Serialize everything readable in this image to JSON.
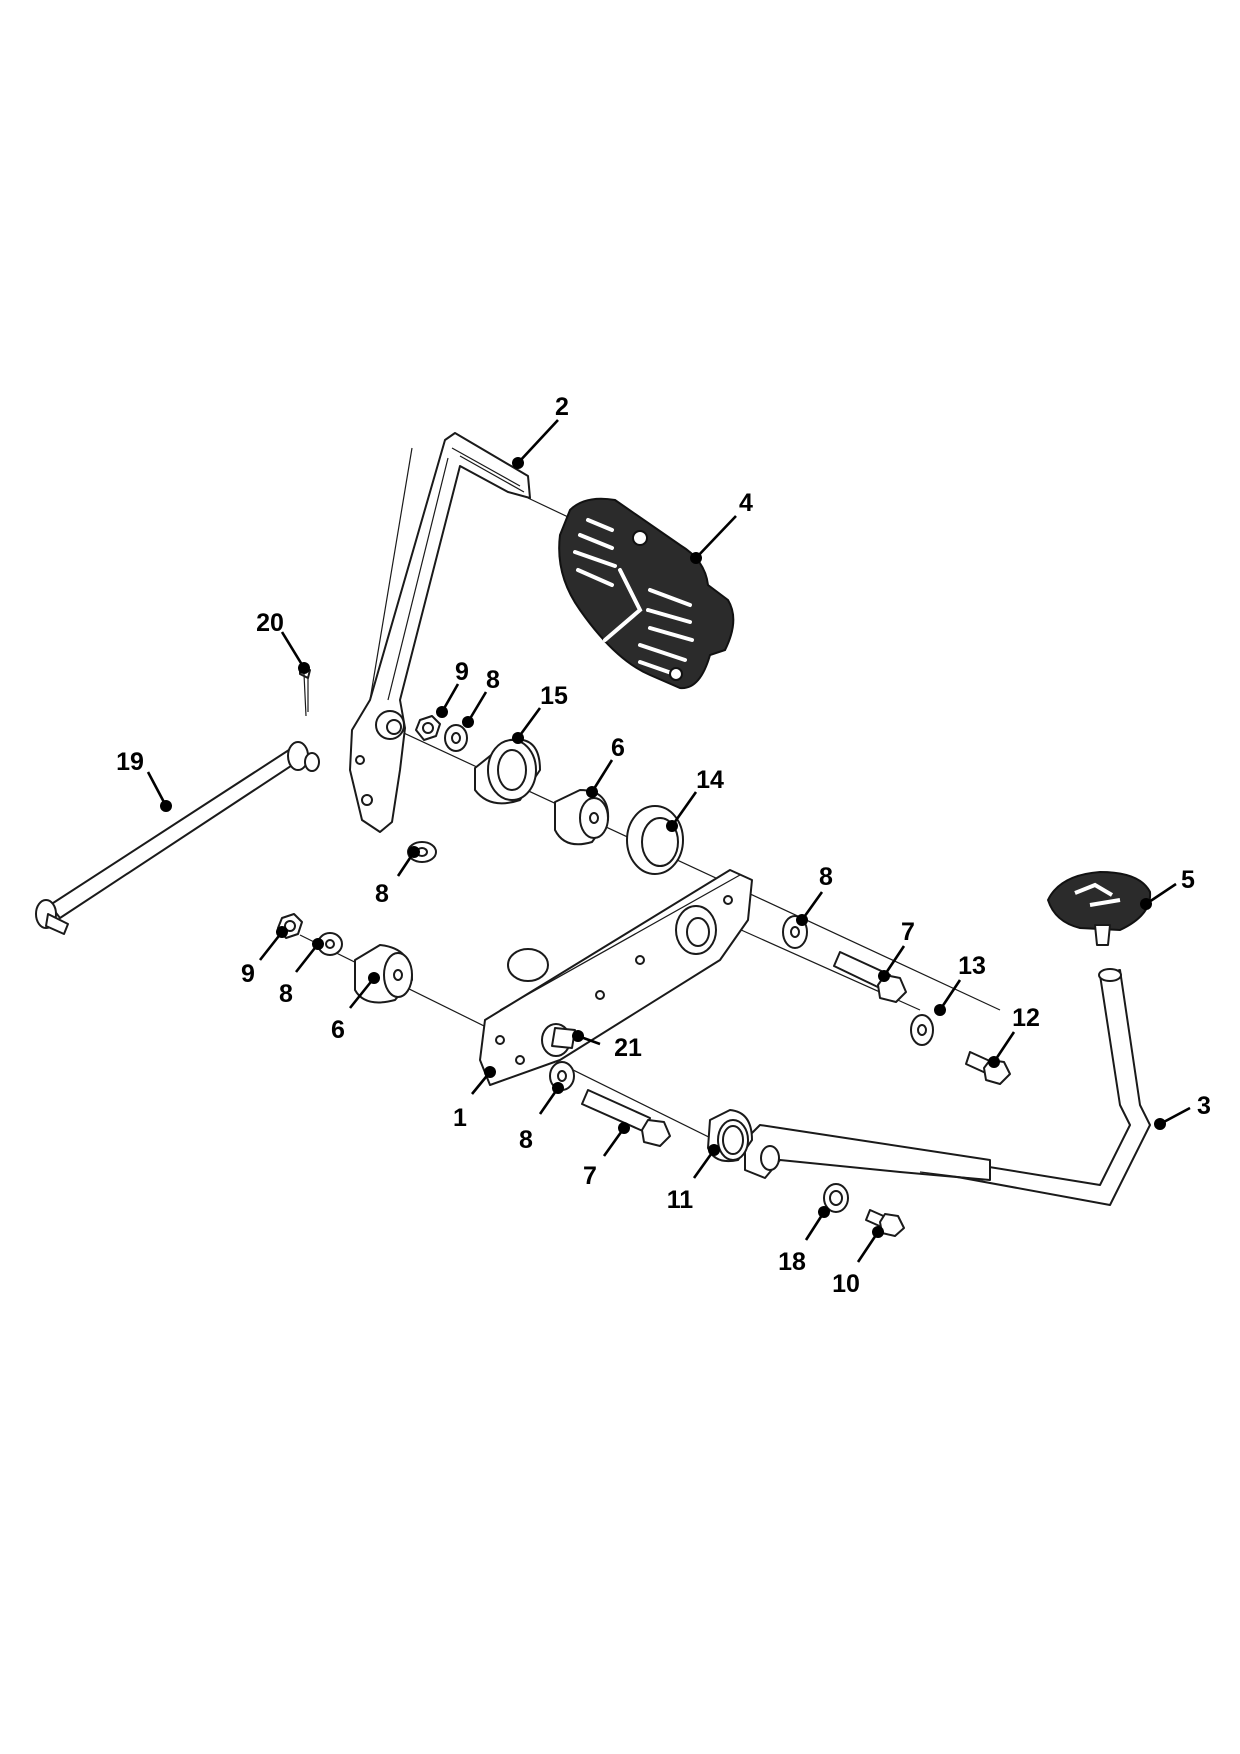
{
  "callouts": [
    {
      "id": "c2",
      "label": "2"
    },
    {
      "id": "c4",
      "label": "4"
    },
    {
      "id": "c20",
      "label": "20"
    },
    {
      "id": "c9a",
      "label": "9"
    },
    {
      "id": "c8a",
      "label": "8"
    },
    {
      "id": "c15",
      "label": "15"
    },
    {
      "id": "c6a",
      "label": "6"
    },
    {
      "id": "c14",
      "label": "14"
    },
    {
      "id": "c19",
      "label": "19"
    },
    {
      "id": "c8b",
      "label": "8"
    },
    {
      "id": "c8c",
      "label": "8"
    },
    {
      "id": "c5",
      "label": "5"
    },
    {
      "id": "c7a",
      "label": "7"
    },
    {
      "id": "c13",
      "label": "13"
    },
    {
      "id": "c12",
      "label": "12"
    },
    {
      "id": "c9b",
      "label": "9"
    },
    {
      "id": "c8d",
      "label": "8"
    },
    {
      "id": "c6b",
      "label": "6"
    },
    {
      "id": "c21",
      "label": "21"
    },
    {
      "id": "c1",
      "label": "1"
    },
    {
      "id": "c3",
      "label": "3"
    },
    {
      "id": "c8e",
      "label": "8"
    },
    {
      "id": "c7b",
      "label": "7"
    },
    {
      "id": "c11",
      "label": "11"
    },
    {
      "id": "c18",
      "label": "18"
    },
    {
      "id": "c10",
      "label": "10"
    }
  ]
}
